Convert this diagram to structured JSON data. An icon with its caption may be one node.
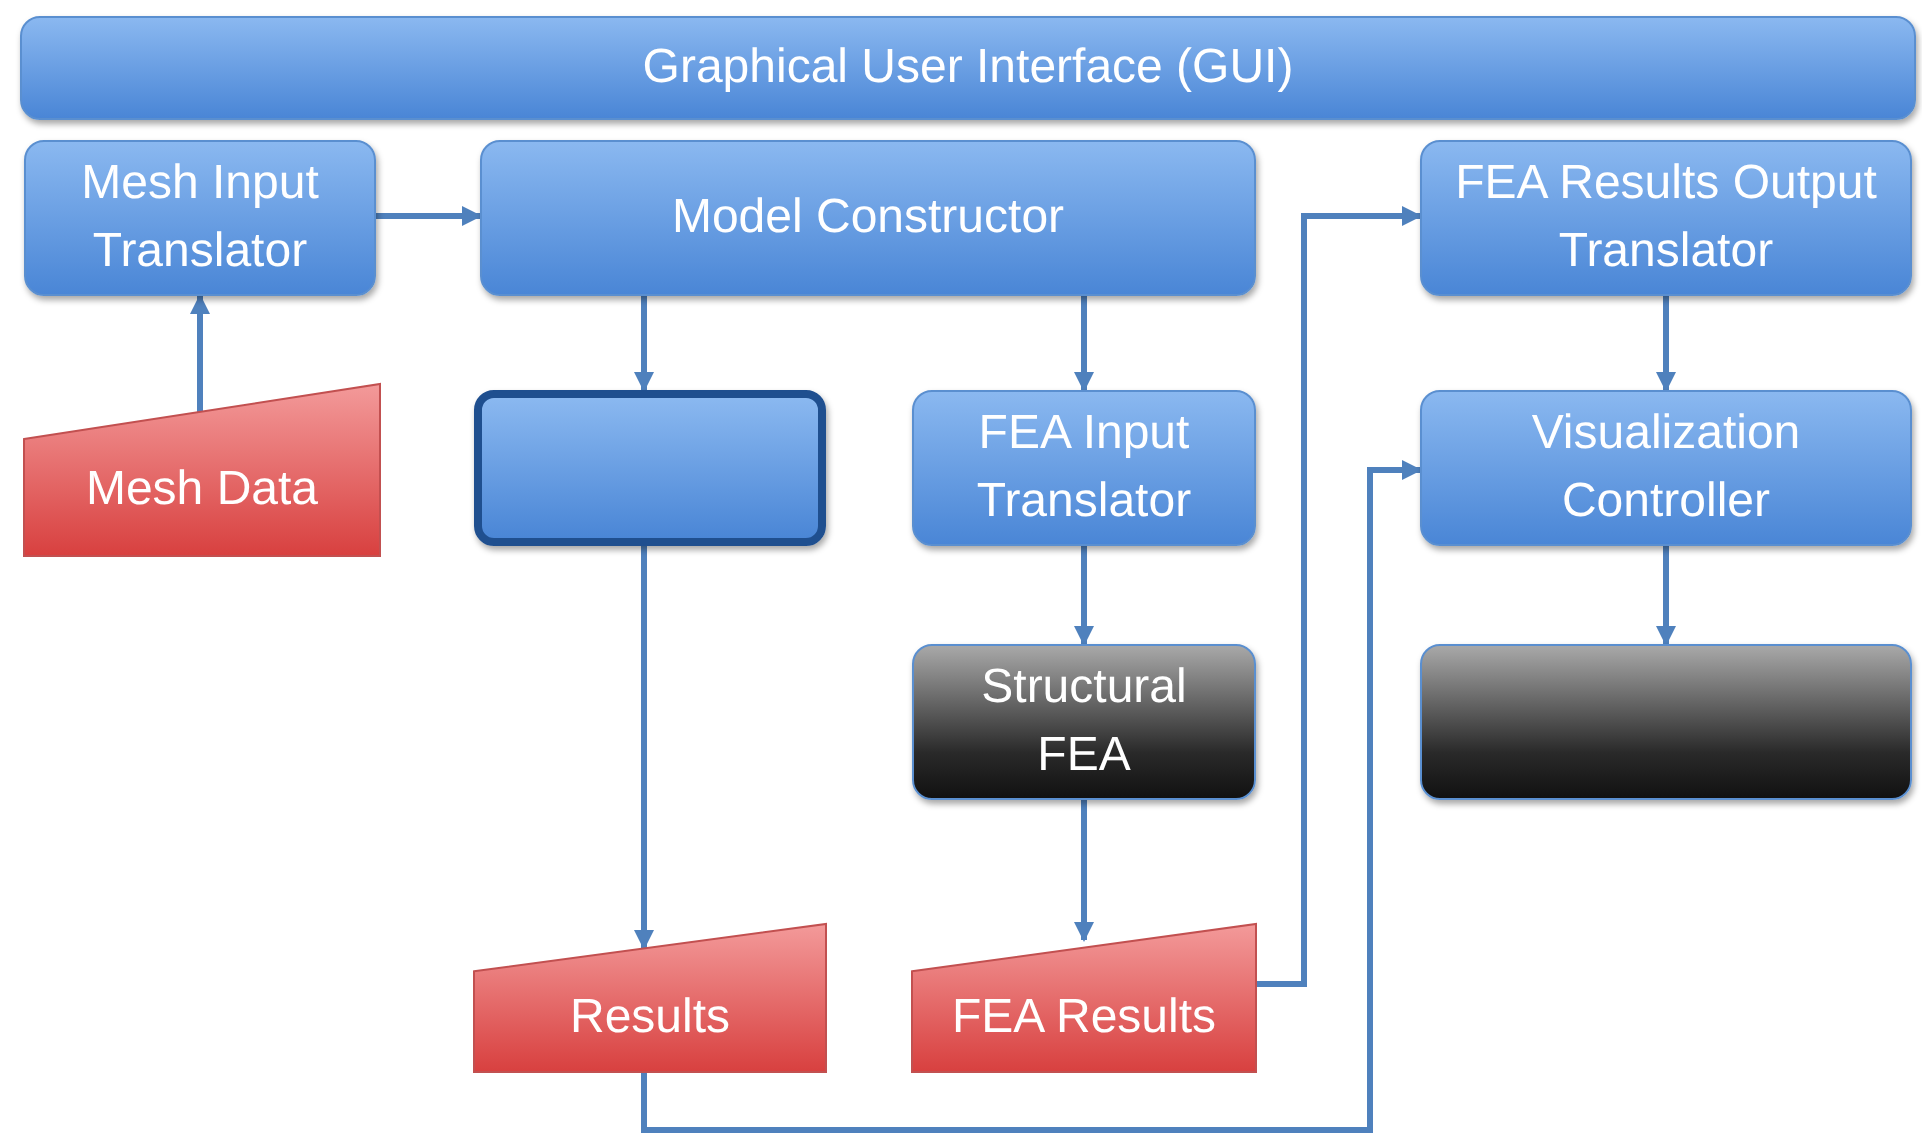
{
  "diagram": {
    "nodes": [
      {
        "text": [
          "Graphical User Interface (GUI)"
        ]
      },
      {
        "text": [
          "Mesh Input Translator"
        ]
      },
      {
        "text": [
          "Model Constructor"
        ]
      },
      {
        "text": [
          "FEA Results Output Translator"
        ]
      },
      {
        "text": [
          "Mesh Data"
        ]
      },
      {
        "text": [],
        "shape": "box"
      },
      {
        "text": [
          "FEA Input Translator"
        ]
      },
      {
        "text": [
          "Visualization Controller"
        ]
      },
      {
        "text": [
          "Structural FEA"
        ]
      },
      {
        "text": [],
        "shape": "box"
      },
      {
        "text": [
          "Results"
        ]
      },
      {
        "text": [
          "FEA Results"
        ]
      }
    ],
    "edges": [
      {
        "from": 1,
        "to": 2,
        "arrow": "to"
      },
      {
        "from": 4,
        "to": 1,
        "arrow": "to"
      },
      {
        "from": 2,
        "to": 5,
        "arrow": "to"
      },
      {
        "from": 2,
        "to": 6,
        "arrow": "to"
      },
      {
        "from": 6,
        "to": 8,
        "arrow": "to"
      },
      {
        "from": 8,
        "to": 11,
        "arrow": "to"
      },
      {
        "from": 5,
        "to": 10,
        "arrow": "to"
      },
      {
        "from": 11,
        "to": 3,
        "arrow": "to"
      },
      {
        "from": 10,
        "to": 7,
        "arrow": "to"
      },
      {
        "from": 3,
        "to": 7,
        "arrow": "to"
      },
      {
        "from": 7,
        "to": 9,
        "arrow": "to"
      }
    ]
  }
}
